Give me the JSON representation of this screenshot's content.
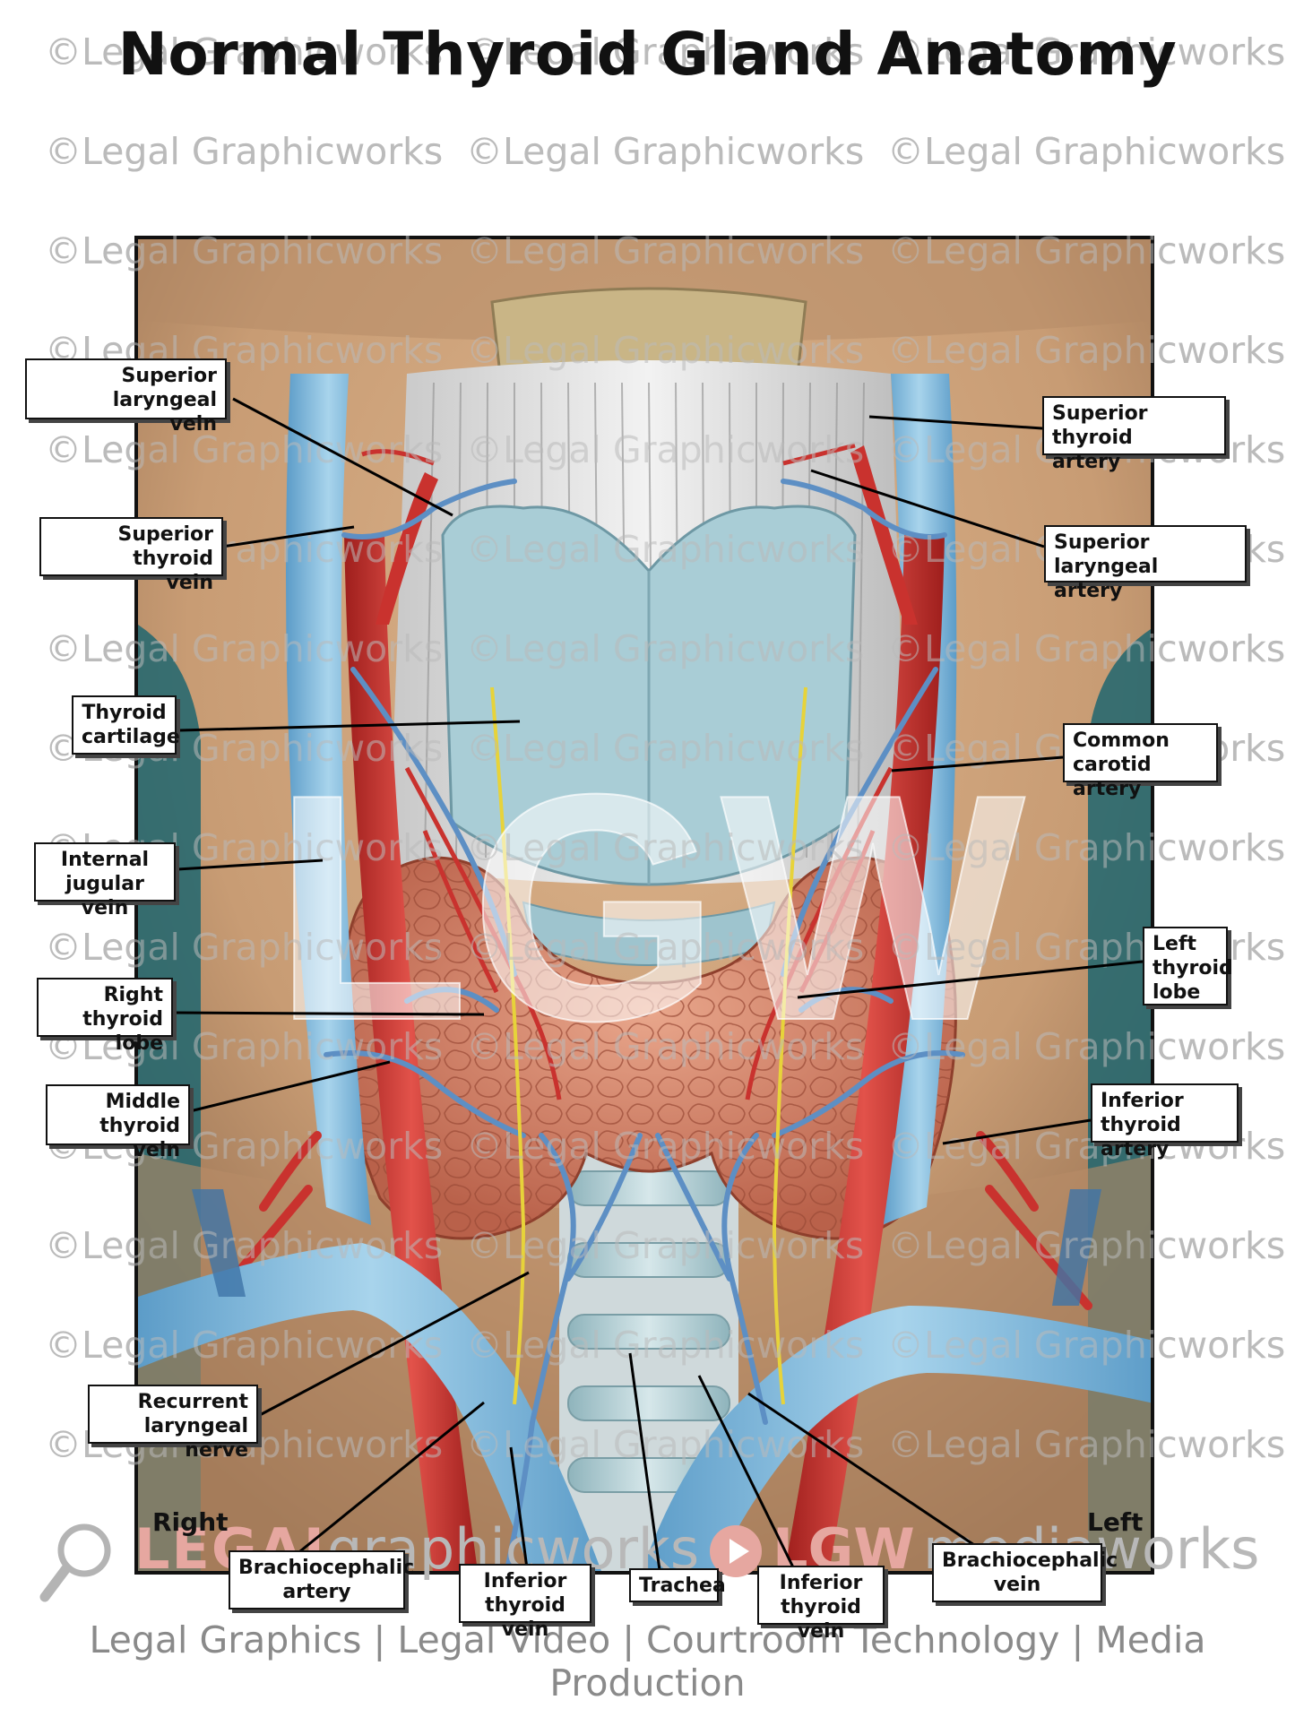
{
  "title": "Normal Thyroid Gland Anatomy",
  "watermark": "©Legal Graphicworks",
  "center_logo": "LGW",
  "labels": {
    "superior_laryngeal_vein": "Superior laryngeal\nvein",
    "superior_thyroid_vein": "Superior thyroid\nvein",
    "thyroid_cartilage": "Thyroid\ncartilage",
    "internal_jugular_vein": "Internal\njugular vein",
    "right_thyroid_lobe": "Right\nthyroid lobe",
    "middle_thyroid_vein": "Middle\nthyroid vein",
    "recurrent_laryngeal_nerve": "Recurrent\nlaryngeal nerve",
    "superior_thyroid_artery": "Superior thyroid\nartery",
    "superior_laryngeal_artery": "Superior laryngeal\nartery",
    "common_carotid_artery": "Common\ncarotid artery",
    "left_thyroid_lobe": "Left\nthyroid\nlobe",
    "inferior_thyroid_artery": "Inferior\nthyroid artery",
    "brachiocephalic_artery": "Brachiocephalic\nartery",
    "inferior_thyroid_vein_right": "Inferior\nthyroid vein",
    "trachea": "Trachea",
    "inferior_thyroid_vein_left": "Inferior\nthyroid vein",
    "brachiocephalic_vein": "Brachiocephalic\nvein"
  },
  "side_right": "Right",
  "side_left": "Left",
  "brand": {
    "legal": "LEGAL",
    "graphicworks": "graphicworks",
    "lgw": "LGW",
    "mediaworks": "mediaworks"
  },
  "footer": "Legal Graphics | Legal Video | Courtroom Technology | Media Production",
  "colors": {
    "artery": "#d63a36",
    "vein": "#7fb6d8",
    "thyroid": "#d8866a",
    "cartilage": "#a9cdd6",
    "skin": "#c9a07a",
    "brand_red": "#c0392b"
  }
}
